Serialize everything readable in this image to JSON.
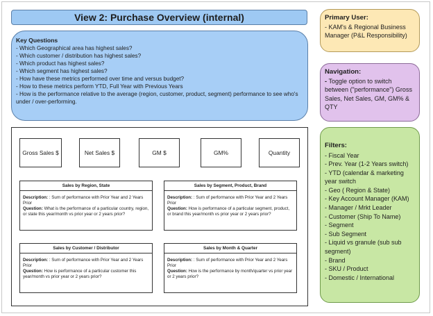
{
  "title": "View 2: Purchase Overview (internal)",
  "key_questions": {
    "heading": "Key Questions",
    "lines": [
      "- Which  Geographical area has highest sales?",
      "- Which customer / distribution has highest sales?",
      "- Which product  has highest sales?",
      "- Which segment has highest sales?",
      "- How have these metrics  performed over time and versus budget?",
      "- How to these metrics perform YTD, Full Year with Previous Years",
      "- How is the performance  relative to the average (region, customer, product, segment) performance  to see who's under / over-performing."
    ]
  },
  "metrics": [
    "Gross Sales $",
    "Net Sales $",
    "GM $",
    "GM%",
    "Quantity"
  ],
  "panels": [
    {
      "title": "Sales by Region, State",
      "desc_label": "Description:",
      "desc": " : Sum of performance with Prior Year and 2 Years Prior",
      "q_label": "Question:",
      "q": " What is the performance of a particular country, region, or state  this year/month vs prior year or 2 years prior?"
    },
    {
      "title": "Sales by Segment, Product, Brand",
      "desc_label": "Description:",
      "desc": " : Sum of performance with Prior Year and 2 Years Prior",
      "q_label": "Question:",
      "q": " How is performance of a particular segment, product, or brand this year/month vs prior year or 2 years prior?"
    },
    {
      "title": "Sales by Customer / Distributor",
      "desc_label": "Description:",
      "desc": " : Sum of performance with  Prior Year and 2 Years Prior",
      "q_label": "Question:",
      "q": " How is performance of a particular customer  this year/month vs prior year or 2 years prior?"
    },
    {
      "title": "Sales by Month & Quarter",
      "desc_label": "Description:",
      "desc": " : Sum of performance with Prior Year and 2 Years Prior",
      "q_label": "Question:",
      "q": " How is the performance by month/quarter vs prior year or 2 years prior?"
    }
  ],
  "primary_user": {
    "heading": "Primary User:",
    "text": "- KAM's & Regional Business Manager (P&L Responsibility)"
  },
  "navigation": {
    "heading": "Navigation:",
    "bullet": "- ",
    "text": "Toggle option to switch between (\"performance\") Gross Sales, Net Sales, GM, GM% & QTY"
  },
  "filters": {
    "heading": "Filters:",
    "items": [
      "-  Fiscal Year",
      "- Prev. Year (1-2 Years switch)",
      "- YTD (calendar & marketing year switch",
      "- Geo ( Region & State)",
      "- Key Account Manager (KAM)",
      "- Manager / Mrkt Leader",
      "- Customer (Ship To Name)",
      "- Segment",
      "- Sub Segment",
      "- Liquid vs granule (sub sub segment)",
      "- Brand",
      "- SKU / Product",
      "- Domestic / International"
    ]
  }
}
